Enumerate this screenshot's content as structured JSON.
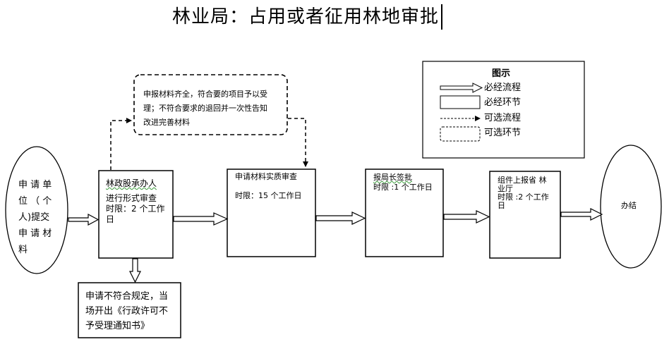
{
  "title": "林业局：占用或者征用林地审批",
  "legend": {
    "title": "图示",
    "items": [
      {
        "type": "required-flow",
        "label": "必经流程"
      },
      {
        "type": "required-step",
        "label": "必经环节"
      },
      {
        "type": "optional-flow",
        "label": "可选流程"
      },
      {
        "type": "optional-step",
        "label": "可选环节"
      }
    ]
  },
  "nodes": {
    "start": {
      "lines": [
        "申 请 单",
        "位 （ 个",
        "人)提交",
        "申 请 材",
        "料"
      ]
    },
    "step1": {
      "heading": "林政股承办人",
      "lines": [
        "进行形式审查",
        "时限：2 个工作",
        "日"
      ]
    },
    "optional_note": {
      "lines": [
        "申报材料齐全，符合要的项目予以受",
        "理；不符合要求的退回并一次性告知",
        "改进完善材料"
      ]
    },
    "reject": {
      "lines": [
        "申请不符合规定，当",
        "场开出《行政许可不",
        "予受理通知书》"
      ]
    },
    "step2": {
      "heading": "申请材料实质审查",
      "lines": [
        "时限：15 个工作日"
      ]
    },
    "step3": {
      "heading": "报局长签批",
      "lines": [
        "时限 :1 个工作日"
      ]
    },
    "step4": {
      "lines": [
        "组件上报省 林",
        "业厅",
        "时限 :2 个工作",
        "日"
      ]
    },
    "end": {
      "label": "办结"
    }
  }
}
